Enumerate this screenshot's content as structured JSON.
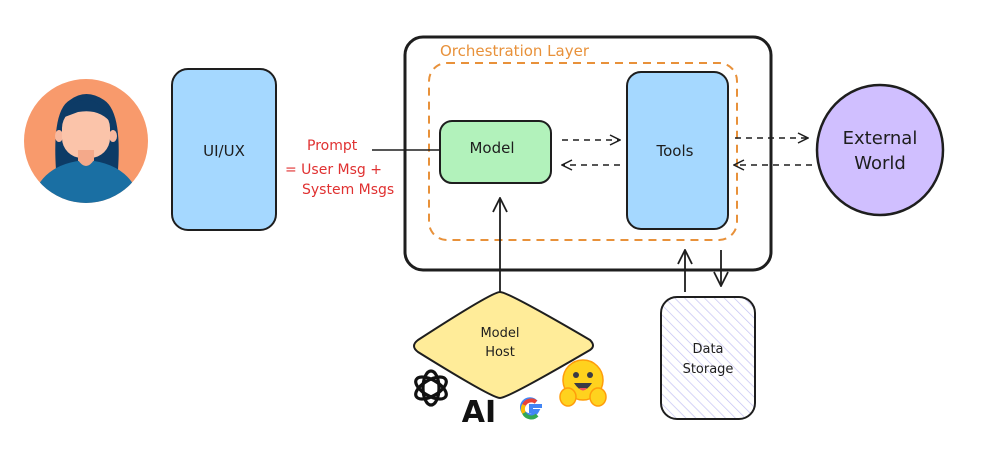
{
  "diagram": {
    "user": {
      "label": "",
      "icon": "user-avatar-icon"
    },
    "ui": {
      "label": "UI/UX"
    },
    "prompt": {
      "line1": "Prompt",
      "line2": "= User Msg +",
      "line3": "System Msgs"
    },
    "orchestration": {
      "title": "Orchestration Layer"
    },
    "model": {
      "label": "Model"
    },
    "tools": {
      "label": "Tools"
    },
    "external": {
      "line1": "External",
      "line2": "World"
    },
    "model_host": {
      "line1": "Model",
      "line2": "Host"
    },
    "data_storage": {
      "line1": "Data",
      "line2": "Storage"
    },
    "providers": [
      {
        "name": "openai-logo-icon"
      },
      {
        "name": "anthropic-logo-icon",
        "text": "AI"
      },
      {
        "name": "google-logo-icon",
        "text": "G"
      },
      {
        "name": "huggingface-logo-icon"
      }
    ],
    "colors": {
      "ui_fill": "#a5d8ff",
      "model_fill": "#b2f2bb",
      "tools_fill": "#a5d8ff",
      "external_fill": "#d0bfff",
      "host_fill": "#ffec99",
      "storage_hatch": "#b8b6f0",
      "orchestration_accent": "#e8913a",
      "prompt_text": "#e03131",
      "avatar_bg": "#f89a6c"
    }
  }
}
